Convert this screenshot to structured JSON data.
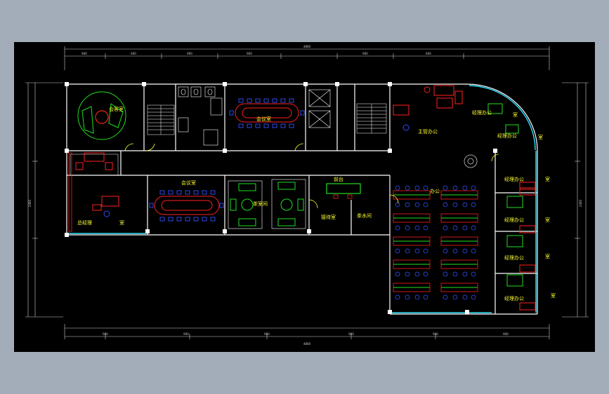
{
  "colors": {
    "background": "#a3adba",
    "viewport": "#000000",
    "wall": "#ffffff",
    "furniture_red": "#ff2020",
    "furniture_green": "#20e020",
    "chair_blue": "#3050ff",
    "label_yellow": "#ffff30",
    "glass_cyan": "#30e0ff",
    "dim_line": "#d0d0d0"
  },
  "rooms": {
    "reception_top": "会客室",
    "meeting_top": "会议室",
    "meeting_mid": "会议室",
    "general_manager": "总经理",
    "general_manager_suffix": "室",
    "tea_room_left": "茶室间",
    "front_desk": "前台",
    "reception_room": "接待室",
    "tea_water": "茶水间",
    "office_main": "办公",
    "vp_office": "主管办公",
    "manager_curve_1": "经理办公",
    "manager_curve_2": "经理办公",
    "manager_1": "经理办公",
    "manager_2": "经理办公",
    "manager_3": "经理办公",
    "manager_4": "经理办公",
    "suffix": "室"
  },
  "dimensions": {
    "top_overall": "4800",
    "bottom_overall": "4800",
    "left_overall": "2400",
    "right_overall": "2400",
    "top_segments": [
      "900",
      "600",
      "900",
      "900",
      "900",
      "600"
    ],
    "bottom_segments": [
      "900",
      "900",
      "900",
      "900",
      "900",
      "900"
    ]
  }
}
